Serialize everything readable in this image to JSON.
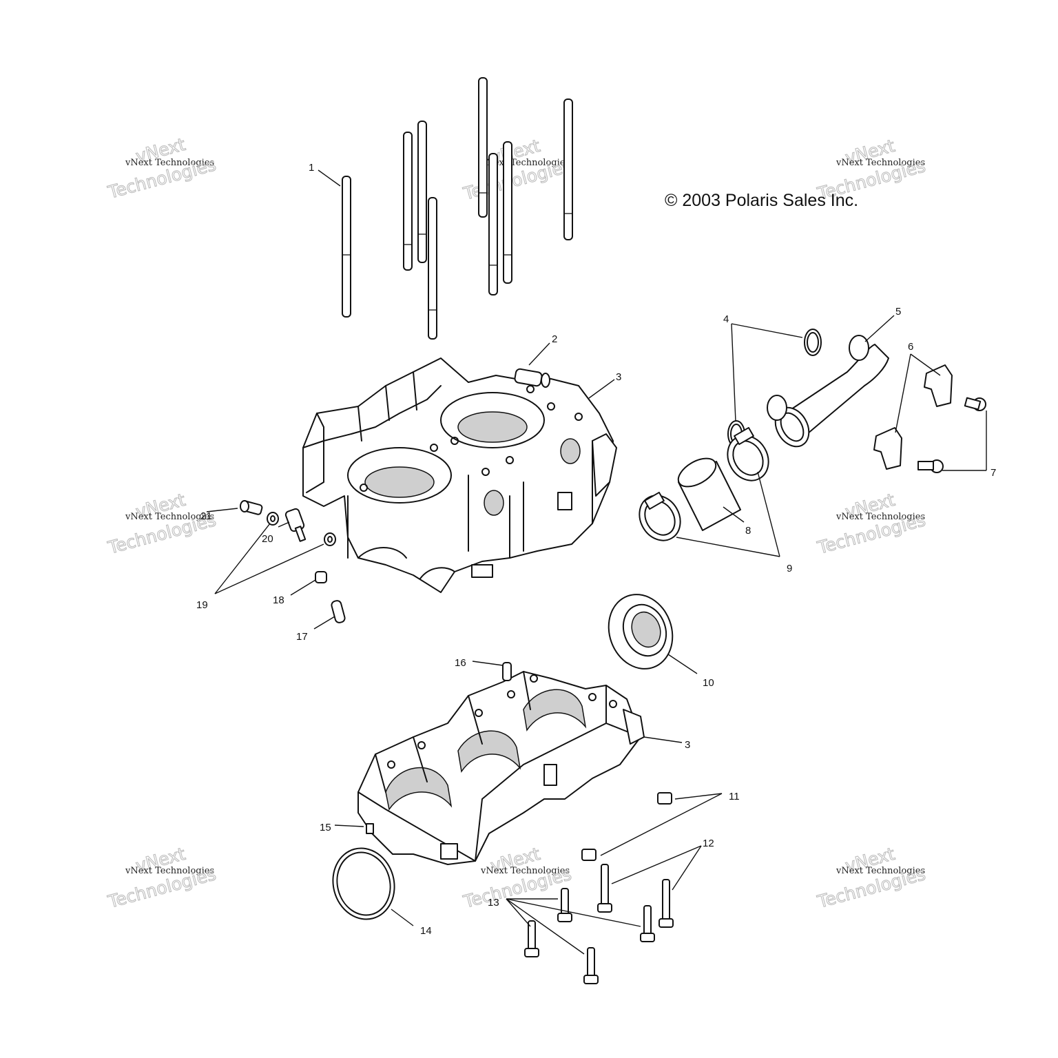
{
  "copyright": "© 2003 Polaris Sales Inc.",
  "watermark": {
    "brand": "vNext",
    "full": "vNext Technologies",
    "word": "Technologies"
  },
  "callouts": {
    "c1": "1",
    "c2": "2",
    "c3": "3",
    "c4": "4",
    "c5": "5",
    "c6": "6",
    "c7": "7",
    "c8": "8",
    "c9": "9",
    "c10": "10",
    "c11": "11",
    "c12": "12",
    "c13": "13",
    "c14": "14",
    "c15": "15",
    "c16": "16",
    "c17": "17",
    "c18": "18",
    "c19": "19",
    "c20": "20",
    "c21": "21"
  }
}
